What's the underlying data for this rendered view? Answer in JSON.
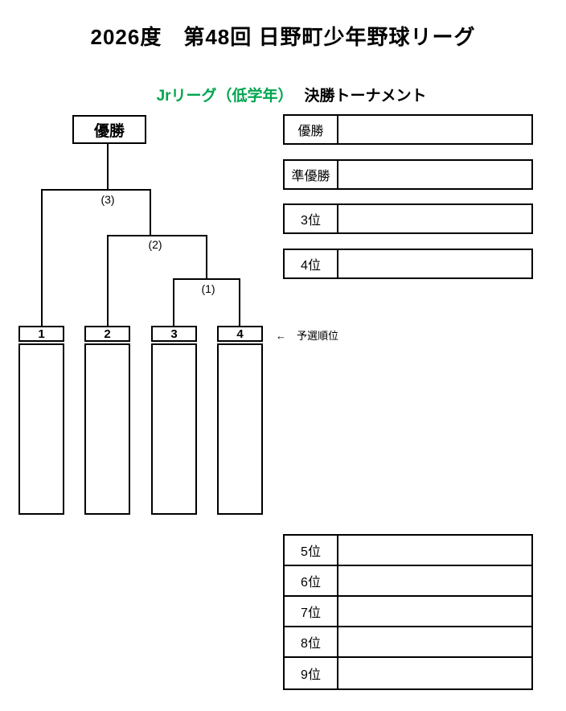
{
  "header": {
    "title": "2026度　第48回 日野町少年野球リーグ",
    "subtitle_league": "Jrリーグ（低学年）",
    "subtitle_event": "決勝トーナメント"
  },
  "colors": {
    "league_green": "#00A550",
    "line_black": "#000000"
  },
  "bracket": {
    "champion_label": "優勝",
    "match_labels": [
      "(3)",
      "(2)",
      "(1)"
    ],
    "seeds": [
      "1",
      "2",
      "3",
      "4"
    ],
    "seed_note": "←　予選順位"
  },
  "results_top": [
    {
      "label": "優勝",
      "value": ""
    },
    {
      "label": "準優勝",
      "value": ""
    },
    {
      "label": "3位",
      "value": ""
    },
    {
      "label": "4位",
      "value": ""
    }
  ],
  "results_bottom": [
    {
      "label": "5位",
      "value": ""
    },
    {
      "label": "6位",
      "value": ""
    },
    {
      "label": "7位",
      "value": ""
    },
    {
      "label": "8位",
      "value": ""
    },
    {
      "label": "9位",
      "value": ""
    }
  ]
}
